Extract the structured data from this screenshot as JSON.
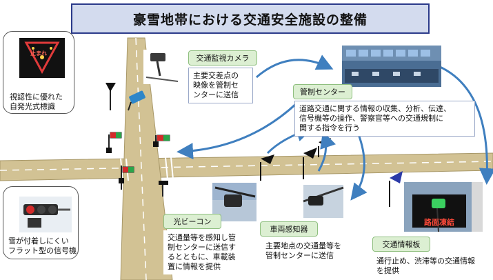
{
  "title": "豪雪地帯における交通安全施設の整備",
  "camera": {
    "label": "交通監視カメラ",
    "desc": [
      "主要交差点の",
      "映像を管制セ",
      "ンターに送信"
    ]
  },
  "center": {
    "label": "管制センター",
    "desc": [
      "道路交通に関する情報の収集、分析、伝達、",
      "信号機等の操作、警察官等への交通規制に",
      "関する指令を行う"
    ]
  },
  "sign": {
    "photo_text": "止まれ",
    "caption": [
      "視認性に優れた",
      "自発光式標識"
    ]
  },
  "signal": {
    "caption": [
      "雪が付着しにくい",
      "フラット型の信号機"
    ]
  },
  "beacon": {
    "label": "光ビーコン",
    "desc": [
      "交通量等を感知し管",
      "制センターに送信す",
      "るとともに、車載装",
      "置に情報を提供"
    ]
  },
  "detector": {
    "label": "車両感知器",
    "desc": [
      "主要地点の交通量等を",
      "管制センターに送信"
    ]
  },
  "board": {
    "label": "交通情報板",
    "photo_text": "路面凍結",
    "desc": [
      "通行止め、渋滞等の交通情報",
      "を提供"
    ]
  },
  "colors": {
    "title_bg": "#d3dbee",
    "title_border": "#2b3a8a",
    "tag_bg": "#dcefd2",
    "road": "#d2c294",
    "arrow": "#3f7fbf"
  }
}
